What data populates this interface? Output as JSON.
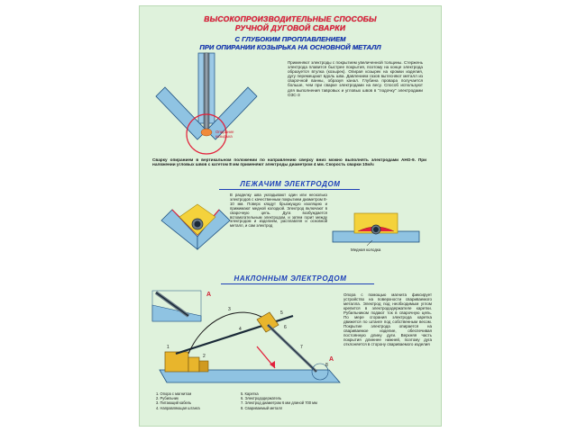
{
  "title_line1": "ВЫСОКОПРОИЗВОДИТЕЛЬНЫЕ СПОСОБЫ",
  "title_line2": "РУЧНОЙ ДУГОВОЙ СВАРКИ",
  "subtitle_line1": "С ГЛУБОКИМ ПРОПЛАВЛЕНИЕМ",
  "subtitle_line2": "ПРИ ОПИРАНИИ КОЗЫРЬКА НА ОСНОВНОЙ МЕТАЛЛ",
  "intro_text": "Применяют электроды с покрытием увеличенной толщины. Стержень электрода плавится быстрее покрытия, поэтому на конце электрода образуется втулка (козырек). Опирая козырек на кромки изделия, дугу перемещают вдоль шва. Давлением газов вытесняют металл из сварочной ванны, образуя канал. Глубина провара получается больше, чем при сварке электродами на весу. Способ используют для выполнения тавровых и угловых швов в \"лодочку\" электродами ОЗС-3",
  "opirane_label": "Опирание козырька",
  "vertical_text": "Сварку опиранием в вертикальном положении по направлению сверху вниз можно выполнять электродами АНО-9. При наложении угловых швов с катетом 8 мм применяют электроды диаметром 4 мм. Скорость сварки 10м/ч",
  "section2_title": "ЛЕЖАЧИМ ЭЛЕКТРОДОМ",
  "section2_text": "В разделку шва укладывают один или несколько электродов с качественным покрытием диаметром 8-10 мм. Поверх кладут брызжущую изоляцию и прижимают медной колодкой. Электрод включают в сварочную цепь. Дуга возбуждается вспомогательным электродом, и затем горит между электродом и изделием, расплавляя и основной металл, и сам электрод",
  "mednaya_label": "Медная колодка",
  "section3_title": "НАКЛОННЫМ ЭЛЕКТРОДОМ",
  "section3_text": "Опора с помощью магнита фиксирует устройство на поверхности свариваемого металла. Электрод под необходимым углом крепится в электрододержателе каретки. Рубильником подают ток в сварочную цепь. По мере сгорания электрода каретка движется по штанге под собственным весом. Покрытие электрода опирается на свариваемое изделие, обеспечивая постоянную длину дуги. Верхняя часть покрытия длиннее нижней, поэтому дуга отклоняется в сторону свариваемого изделия",
  "marker_a": "А",
  "legend_left": [
    "1. Опора с магнитом",
    "2. Рубильник",
    "3. Питающий кабель",
    "4. Направляющая штанга"
  ],
  "legend_right": [
    "5. Каретка",
    "6. Электрододержатель",
    "7. Электрод диаметром 6 мм длиной 700 мм",
    "8. Свариваемый металл"
  ]
}
